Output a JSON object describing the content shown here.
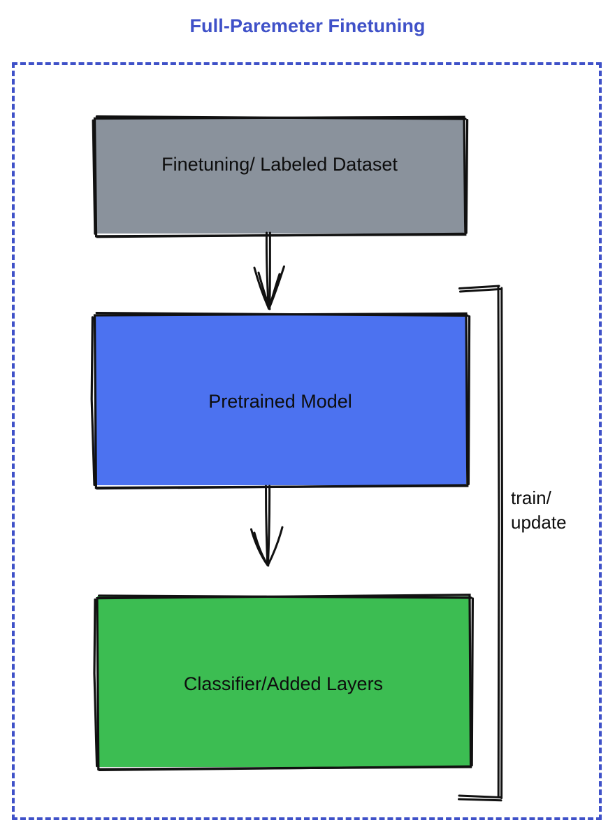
{
  "title": "Full-Paremeter Finetuning",
  "title_color": "#3f51c8",
  "frame": {
    "border_color": "#3f51c8",
    "border_style": "dashed"
  },
  "nodes": [
    {
      "id": "dataset",
      "label": "Finetuning/ Labeled Dataset",
      "fill": "#8a929c",
      "stroke": "#111111"
    },
    {
      "id": "pretrained",
      "label": "Pretrained Model",
      "fill": "#4c72f0",
      "stroke": "#111111"
    },
    {
      "id": "classifier",
      "label": "Classifier/Added Layers",
      "fill": "#3cbd52",
      "stroke": "#111111"
    }
  ],
  "edges": [
    {
      "id": "dataset-to-pretrained",
      "from": "dataset",
      "to": "pretrained",
      "label": "",
      "style": "sketch-arrow-down"
    },
    {
      "id": "pretrained-to-classifier",
      "from": "pretrained",
      "to": "classifier",
      "label": "",
      "style": "sketch-arrow-down"
    },
    {
      "id": "feedback-loop",
      "from": "classifier",
      "to": "pretrained",
      "label_line1": "train/",
      "label_line2": "update",
      "style": "sketch-bracket-right"
    }
  ],
  "loop_label": {
    "line1": "train/",
    "line2": "update"
  }
}
